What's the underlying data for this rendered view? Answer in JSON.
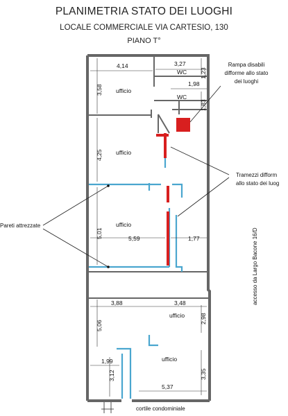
{
  "header": {
    "title": "PLANIMETRIA STATO DEI LUOGHI",
    "subtitle": "LOCALE COMMERCIALE VIA CARTESIO, 130",
    "floor": "PIANO T°"
  },
  "rooms": {
    "ufficio_1": "ufficio",
    "ufficio_2": "ufficio",
    "ufficio_3": "ufficio",
    "ufficio_4": "ufficio",
    "ufficio_5": "ufficio",
    "wc_1": "WC",
    "wc_2": "WC"
  },
  "dimensions": {
    "d_414": "4,14",
    "d_327": "3,27",
    "d_123": "1,23",
    "d_198": "1,98",
    "d_183": "1,83",
    "d_358": "3,58",
    "d_425": "4,25",
    "d_501": "5,01",
    "d_559": "5,59",
    "d_177": "1,77",
    "d_388": "3,88",
    "d_348": "3,48",
    "d_298": "2,98",
    "d_506": "5,06",
    "d_199": "1,99",
    "d_312": "3,12",
    "d_335": "3,35",
    "d_537": "5,37"
  },
  "notes": {
    "rampa": [
      "Rampa disabili",
      "difforme allo stato",
      "dei luoghi"
    ],
    "tramezzi": [
      "Tramezzi difform",
      "allo stato dei luog"
    ],
    "pareti": "Pareti attrezzate",
    "accesso": "accesso da Largo Bacone 16/D",
    "cortile": "cortile condominiale"
  },
  "colors": {
    "wall": "#666666",
    "partition": "#4aa6cf",
    "difform": "#d81f1f"
  }
}
